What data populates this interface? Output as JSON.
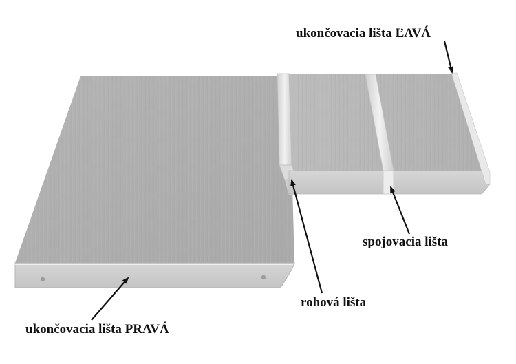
{
  "labels": {
    "end_strip_left": "ukončovacia lišta ĽAVÁ",
    "joint_strip": "spojovacia lišta",
    "corner_strip": "rohová lišta",
    "end_strip_right": "ukončovacia lišta PRAVÁ"
  },
  "colors": {
    "top_surface": "#b8b8b8",
    "front_edge": "#d2d2d2",
    "metal_strip": "#e4e4e4",
    "arrow": "#111111",
    "text": "#111111"
  }
}
